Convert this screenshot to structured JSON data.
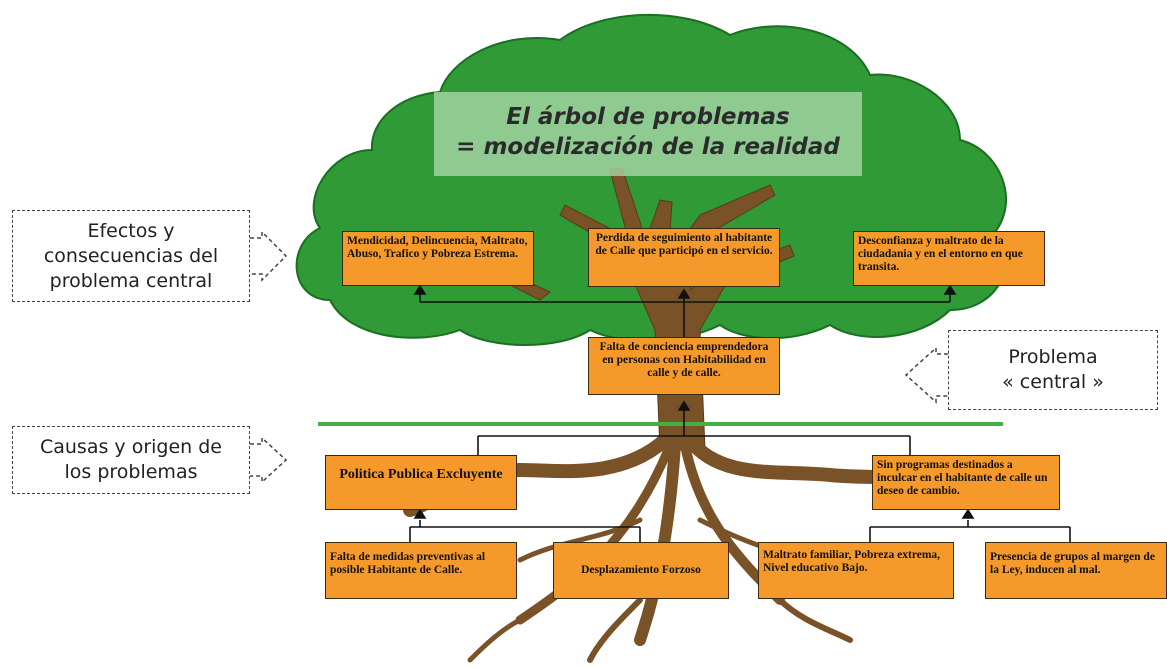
{
  "title": {
    "line1": "El árbol de problemas",
    "line2": "= modelización de la realidad"
  },
  "side_labels": {
    "effects": [
      "Efectos y",
      "consecuencias del",
      "problema central"
    ],
    "central": [
      "Problema",
      "« central »"
    ],
    "causes": [
      "Causas y origen de",
      "los problemas"
    ]
  },
  "effects": [
    "Mendicidad, Delincuencia, Maltrato, Abuso, Trafico y Pobreza Estrema.",
    "Perdida de seguimiento al habitante de Calle que participó en el servicio.",
    "Desconfianza y maltrato de la ciudadania y en el entorno en que transita."
  ],
  "central_problem": "Falta de conciencia emprendedora en personas con Habitabilidad en calle y de calle.",
  "causes": [
    "Politica Publica Excluyente",
    "Sin programas destinados a inculcar en el habitante de calle un deseo de cambio."
  ],
  "root_causes": [
    "Falta de medidas preventivas al posible Habitante de Calle.",
    "Desplazamiento Forzoso",
    "Maltrato familiar, Pobreza extrema, Nivel educativo Bajo.",
    "Presencia de grupos al margen de la Ley, inducen al mal."
  ],
  "colors": {
    "canopy": "#2f9a36",
    "trunk": "#7a5228",
    "box": "#f59a2a",
    "ground_line": "#44b044"
  }
}
